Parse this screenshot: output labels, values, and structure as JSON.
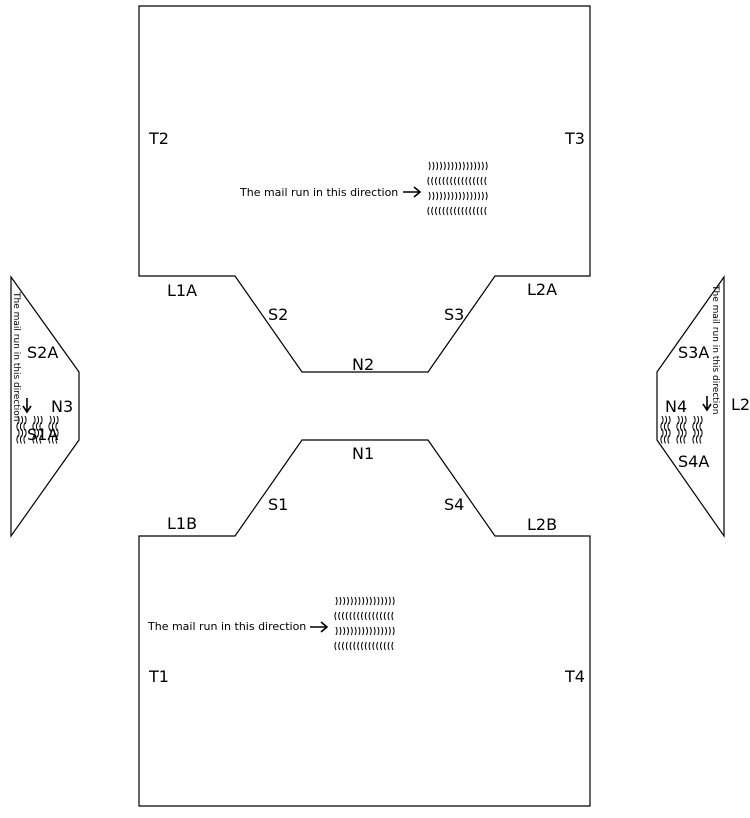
{
  "labels": {
    "T1": "T1",
    "T2": "T2",
    "T3": "T3",
    "T4": "T4",
    "L1A": "L1A",
    "L1B": "L1B",
    "L2A": "L2A",
    "L2B": "L2B",
    "S1": "S1",
    "S2": "S2",
    "S3": "S3",
    "S4": "S4",
    "N1": "N1",
    "N2": "N2",
    "N3": "N3",
    "N4": "N4",
    "S1A": "S1A",
    "S2A": "S2A",
    "S3A": "S3A",
    "S4A": "S4A",
    "L2": "L2"
  },
  "notes": {
    "top_direction": "The mail run in this direction",
    "bottom_direction": "The mail run in this direction",
    "left_direction": "The mail run in this direction",
    "right_direction": "The mail run in this direction"
  },
  "colors": {
    "line": "#000000",
    "background": "#ffffff"
  }
}
